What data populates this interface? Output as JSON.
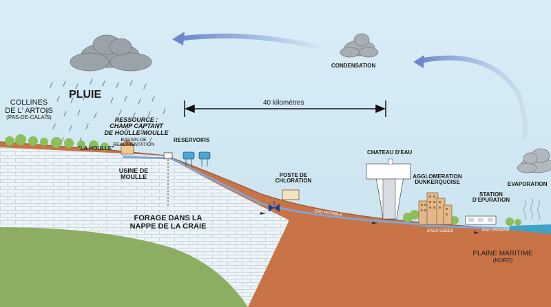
{
  "labels": {
    "pluie": "PLUIE",
    "collines_1": "COLLINES",
    "collines_2": "DE L' ARTOIS",
    "collines_3": "(PAS-DE-CALAIS)",
    "distance": "40 kilomètres",
    "condensation": "CONDENSATION",
    "ressource_1": "RESSOURCE :",
    "ressource_2": "CHAMP CAPTANT",
    "ressource_3": "DE HOULLE-MOULLE",
    "lahoulle": "\"LA HOULLE\"",
    "bassin_1": "BASSIN DE",
    "bassin_2": "REALIMENTATION",
    "usine_1": "USINE DE",
    "usine_2": "MOULLE",
    "reservoirs": "RESERVOIRS",
    "forage_1": "FORAGE DANS LA",
    "forage_2": "NAPPE DE LA CRAIE",
    "poste_1": "POSTE DE",
    "poste_2": "CHLORATION",
    "chateau": "CHATEAU D'EAU",
    "agglo_1": "AGGLOMERATION",
    "agglo_2": "DUNKERQUOISE",
    "station_1": "STATION",
    "station_2": "D'EPURATION",
    "evaporation": "EVAPORATION",
    "eau_potable": "EAU POTABLE",
    "eaux_usees": "EAUX USEES",
    "eau_propre": "EAU PROPRE",
    "plaine_1": "PLAINE MARITIME",
    "plaine_2": "(NORD)"
  },
  "colors": {
    "sky": "#cfe6f1",
    "soil": "#c87447",
    "chalk": "#eef4f8",
    "chalk_line": "#b9cfdc",
    "green_ground": "#8dae62",
    "arrow": "#6f87c9",
    "pipe": "#7fa6d6",
    "sea": "#3fa3c8"
  }
}
